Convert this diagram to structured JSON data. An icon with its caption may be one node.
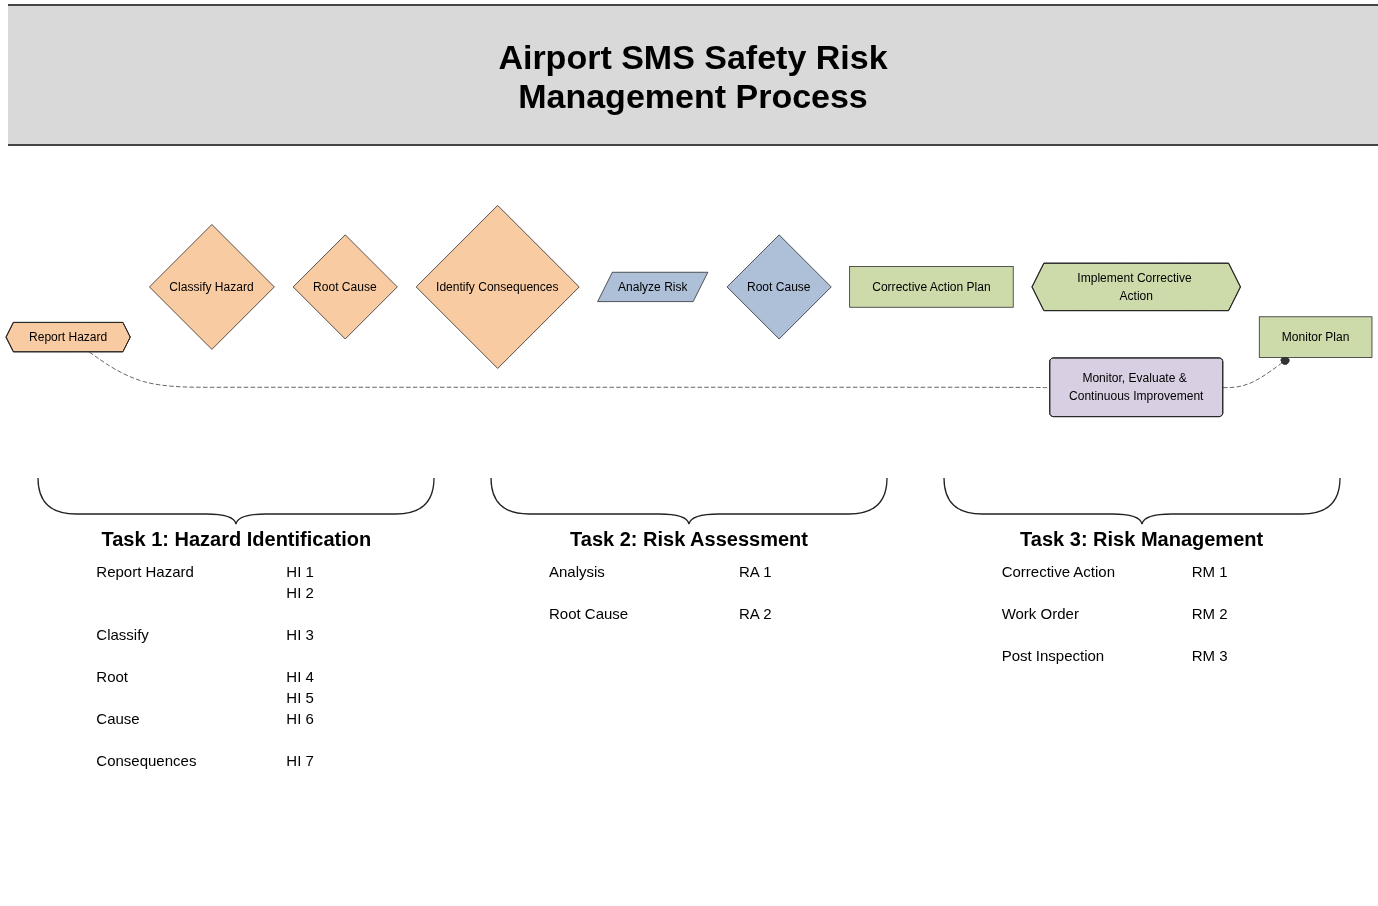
{
  "diagram": {
    "title": "Airport SMS Safety Risk Management Process",
    "nodes": [
      {
        "text": [
          "Monitor, Evaluate & Continuous Improvement"
        ]
      },
      {
        "text": [
          "Report Hazard"
        ]
      },
      {
        "text": [
          "Classify Hazard"
        ]
      },
      {
        "text": [
          "Root Cause"
        ]
      },
      {
        "text": [
          "Identify Consequences"
        ]
      },
      {
        "text": [
          "Analyze Risk"
        ]
      },
      {
        "text": [
          "Root Cause"
        ]
      },
      {
        "text": [
          "Corrective Action Plan"
        ]
      },
      {
        "text": [
          "Implement Corrective Action"
        ]
      },
      {
        "text": [
          "Monitor Plan"
        ]
      }
    ],
    "edges": [
      {
        "from": 1,
        "to": 0,
        "arrow": "none",
        "style": "dashed"
      },
      {
        "from": 0,
        "to": 9,
        "arrow": "other",
        "style": "dashed"
      }
    ],
    "labels": [
      "Task 1: Hazard Identification",
      "Report Hazard",
      "HI 1",
      "HI 2",
      "Classify",
      "HI 3",
      "Root",
      "HI 4",
      "HI 5",
      "Cause",
      "HI 6",
      "Consequences",
      "HI 7",
      "Task 2: Risk Assessment",
      "Analysis",
      "RA 1",
      "Root Cause",
      "RA 2",
      "Task 3: Risk Management",
      "Corrective Action",
      "RM 1",
      "Work Order",
      "RM 2",
      "Post Inspection",
      "RM 3"
    ]
  }
}
